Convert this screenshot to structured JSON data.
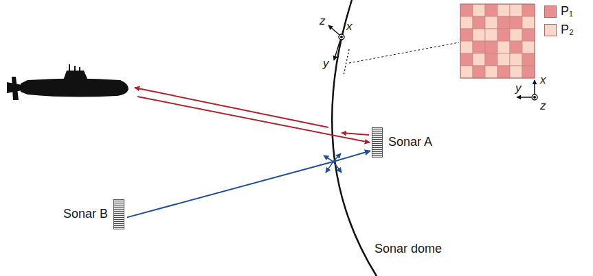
{
  "diagram": {
    "nodes": [
      {
        "text": [
          "Sonar A"
        ]
      },
      {
        "text": [
          "Sonar B"
        ]
      }
    ],
    "edges": [
      {
        "from": 1,
        "to": 0,
        "arrow": "to"
      }
    ],
    "labels": [
      "Sonar dome",
      "z",
      "x",
      "y",
      "x",
      "y",
      "z"
    ],
    "legend": [
      {
        "text": "P₁",
        "color": "#e88f8f"
      },
      {
        "text": "P₂",
        "color": "#fbd7c9"
      }
    ]
  }
}
